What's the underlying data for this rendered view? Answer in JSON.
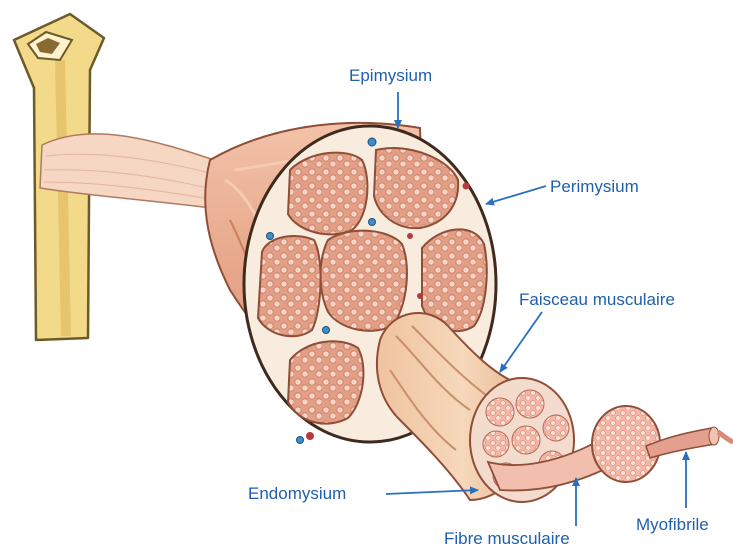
{
  "labels": {
    "epimysium": "Epimysium",
    "perimysium": "Perimysium",
    "faisceau": "Faisceau musculaire",
    "endomysium": "Endomysium",
    "fibre": "Fibre musculaire",
    "myofibrile": "Myofibrile"
  },
  "colors": {
    "label_text": "#1f5fae",
    "arrow": "#2a6fc0",
    "bone": "#f3d98a",
    "muscle": "#e8a988",
    "fascicle": "#e6a487",
    "connective": "#f8ecdf"
  }
}
